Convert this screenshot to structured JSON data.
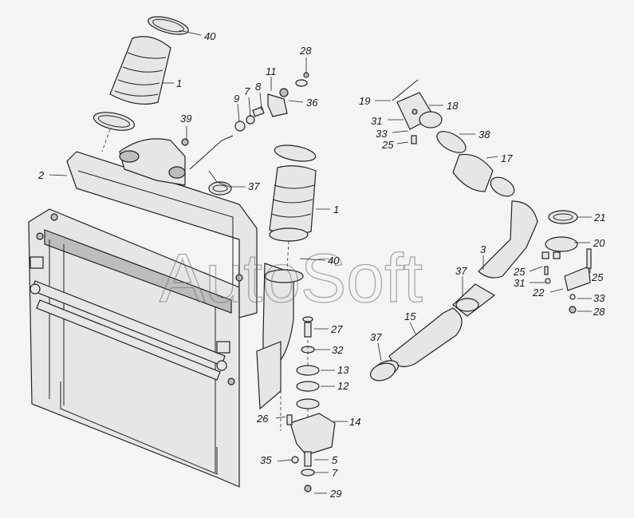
{
  "watermark": "AutoSoft",
  "callouts": [
    {
      "id": "c40a",
      "text": "40"
    },
    {
      "id": "c1a",
      "text": "1"
    },
    {
      "id": "c28a",
      "text": "28"
    },
    {
      "id": "c11",
      "text": "11"
    },
    {
      "id": "c8a",
      "text": "8"
    },
    {
      "id": "c7a",
      "text": "7"
    },
    {
      "id": "c9",
      "text": "9"
    },
    {
      "id": "c36",
      "text": "36"
    },
    {
      "id": "c19",
      "text": "19"
    },
    {
      "id": "c18",
      "text": "18"
    },
    {
      "id": "c31a",
      "text": "31"
    },
    {
      "id": "c33a",
      "text": "33"
    },
    {
      "id": "c38",
      "text": "38"
    },
    {
      "id": "c25a",
      "text": "25"
    },
    {
      "id": "c39",
      "text": "39"
    },
    {
      "id": "c17",
      "text": "17"
    },
    {
      "id": "c2",
      "text": "2"
    },
    {
      "id": "c37a",
      "text": "37"
    },
    {
      "id": "c1b",
      "text": "1"
    },
    {
      "id": "c21",
      "text": "21"
    },
    {
      "id": "c20",
      "text": "20"
    },
    {
      "id": "c40b",
      "text": "40"
    },
    {
      "id": "c3",
      "text": "3"
    },
    {
      "id": "c37b",
      "text": "37"
    },
    {
      "id": "c25b",
      "text": "25"
    },
    {
      "id": "c31b",
      "text": "31"
    },
    {
      "id": "c25c",
      "text": "25"
    },
    {
      "id": "c22",
      "text": "22"
    },
    {
      "id": "c33b",
      "text": "33"
    },
    {
      "id": "c28b",
      "text": "28"
    },
    {
      "id": "c15",
      "text": "15"
    },
    {
      "id": "c27",
      "text": "27"
    },
    {
      "id": "c37c",
      "text": "37"
    },
    {
      "id": "c32",
      "text": "32"
    },
    {
      "id": "c13",
      "text": "13"
    },
    {
      "id": "c12",
      "text": "12"
    },
    {
      "id": "c26",
      "text": "26"
    },
    {
      "id": "c14",
      "text": "14"
    },
    {
      "id": "c35",
      "text": "35"
    },
    {
      "id": "c5",
      "text": "5"
    },
    {
      "id": "c7b",
      "text": "7"
    },
    {
      "id": "c29",
      "text": "29"
    }
  ]
}
